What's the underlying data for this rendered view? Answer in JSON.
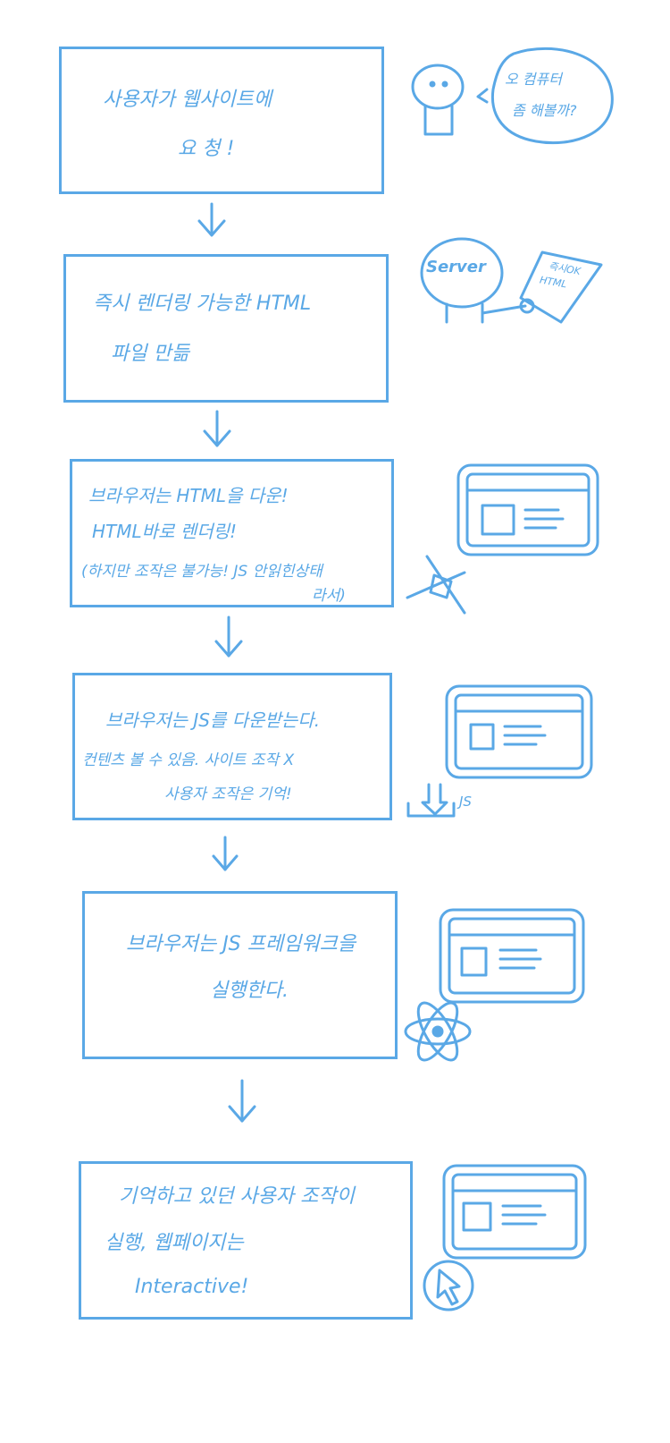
{
  "theme": {
    "stroke": "#5aa8e6",
    "background": "#ffffff"
  },
  "steps": [
    {
      "lines": [
        "사용자가 웹사이트에",
        "요 청 !"
      ]
    },
    {
      "lines": [
        "즉시 렌더링 가능한 HTML",
        "파일 만듦"
      ]
    },
    {
      "lines": [
        "브라우저는 HTML을 다운!",
        "HTML바로 렌더링!",
        "(하지만 조작은 불가능! JS 안읽힌상태",
        "라서)"
      ]
    },
    {
      "lines": [
        "브라우저는 JS를 다운받는다.",
        "컨텐츠 볼 수 있음. 사이트 조작 X",
        "사용자 조작은 기억!"
      ]
    },
    {
      "lines": [
        "브라우저는 JS 프레임워크을",
        "실행한다."
      ]
    },
    {
      "lines": [
        "기억하고 있던 사용자 조작이",
        "실행, 웹페이지는",
        "Interactive!"
      ]
    }
  ],
  "side": {
    "speech": [
      "오 컴퓨터",
      "좀 해볼까?"
    ],
    "server_label": "Server",
    "paper_label": [
      "즉시OK",
      "HTML"
    ],
    "js_label": "JS"
  },
  "icons": [
    "person-icon",
    "server-person-icon",
    "browser-window-icon",
    "no-click-icon",
    "download-icon",
    "react-atom-icon",
    "cursor-click-icon"
  ]
}
